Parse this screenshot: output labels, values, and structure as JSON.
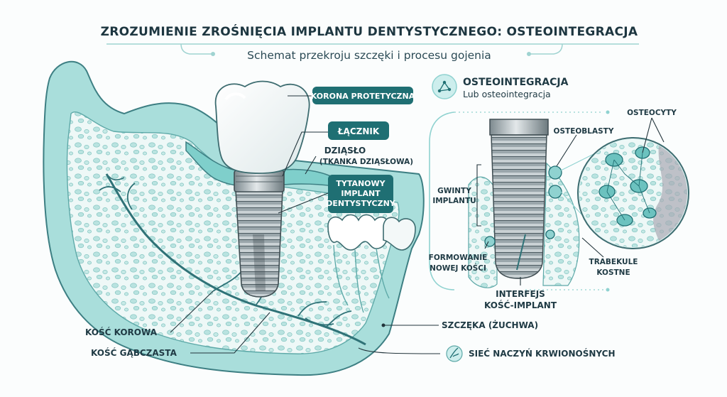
{
  "title": "ZROZUMIENIE ZROŚNIĘCIA IMPLANTU DENTYSTYCZNEGO: OSTEOINTEGRACJA",
  "subtitle": "Schemat przekroju szczęki i procesu gojenia",
  "labels": {
    "korona": "KORONA PROTETYCZNA",
    "lacznik": "ŁĄCZNIK",
    "dziaslo_1": "DZIĄSŁO",
    "dziaslo_2": "(TKANKA DZIĄSŁOWA)",
    "implant_1": "TYTANOWY",
    "implant_2": "IMPLANT",
    "implant_3": "DENTYSTYCZNY",
    "kosc_korowa": "KOŚĆ KOROWA",
    "kosc_gabczasta": "KOŚĆ GĄBCZASTA",
    "szczeka": "SZCZĘKA (ŻUCHWA)",
    "siec": "SIEĆ NACZYŃ KRWIONOŚNYCH"
  },
  "osteo": {
    "heading": "OSTEOINTEGRACJA",
    "subheading": "Lub osteointegracja",
    "osteocyty": "OSTEOCYTY",
    "osteoblasty": "OSTEOBLASTY",
    "gwinty_1": "GWINTY",
    "gwinty_2": "IMPLANTU",
    "formowanie_1": "FORMOWANIE",
    "formowanie_2": "NOWEJ KOŚCI",
    "trabekule_1": "TRABEKULE",
    "trabekule_2": "KOSTNE",
    "interfejs_1": "INTERFEJS",
    "interfejs_2": "KOŚĆ-IMPLANT"
  },
  "colors": {
    "teal_dark": "#1f6f73",
    "teal_mid": "#8fd2d0",
    "teal_light": "#cdeeed",
    "bone": "#e9f6f5",
    "ink": "#22343b"
  }
}
